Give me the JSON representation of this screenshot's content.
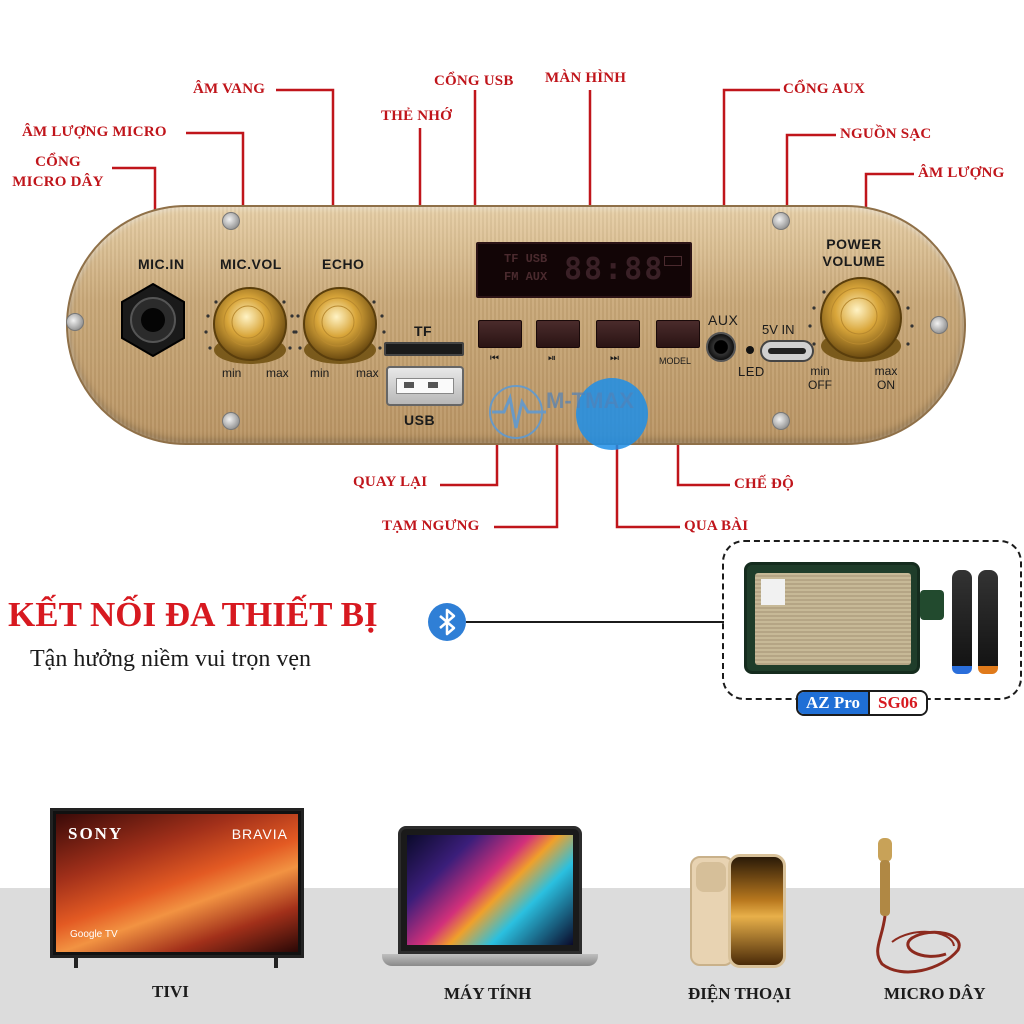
{
  "callouts": {
    "mic_port": "CỔNG\nMICRO DÂY",
    "mic_volume": "ÂM LƯỢNG MICRO",
    "echo": "ÂM VANG",
    "memory_card": "THẺ NHỚ",
    "usb_port": "CỔNG USB",
    "screen": "MÀN HÌNH",
    "aux_port": "CỔNG AUX",
    "charging": "NGUỒN SẠC",
    "volume": "ÂM LƯỢNG",
    "back": "QUAY LẠI",
    "pause": "TẠM NGƯNG",
    "mode": "CHẾ ĐỘ",
    "next": "QUA BÀI"
  },
  "panel": {
    "mic_in": "MIC.IN",
    "mic_vol": "MIC.VOL",
    "echo": "ECHO",
    "tf": "TF",
    "usb": "USB",
    "aux": "AUX",
    "led": "LED",
    "power_volume": "POWER\nVOLUME",
    "v5_in": "5V IN",
    "min": "min",
    "max": "max",
    "min_off": "min\nOFF",
    "max_on": "max\nON",
    "model": "MODEL",
    "display_left": "TF USB\nFM AUX",
    "display_digits": "88:88",
    "watermark": "M-TMAX"
  },
  "headline": "KẾT NỐI ĐA THIẾT BỊ",
  "subline": "Tận hưởng niềm vui trọn vẹn",
  "product": {
    "brand": "AZ Pro",
    "model": "SG06"
  },
  "devices": [
    {
      "label": "TIVI",
      "brand_left": "SONY",
      "brand_right": "BRAVIA",
      "os": "Google TV"
    },
    {
      "label": "MÁY TÍNH"
    },
    {
      "label": "ĐIỆN THOẠI"
    },
    {
      "label": "MICRO DÂY"
    }
  ],
  "colors": {
    "callout_red": "#c0151b",
    "panel_gold": "#c9a878",
    "bluetooth_blue": "#2f7fd6",
    "footer_gray": "#dcdcdc"
  }
}
